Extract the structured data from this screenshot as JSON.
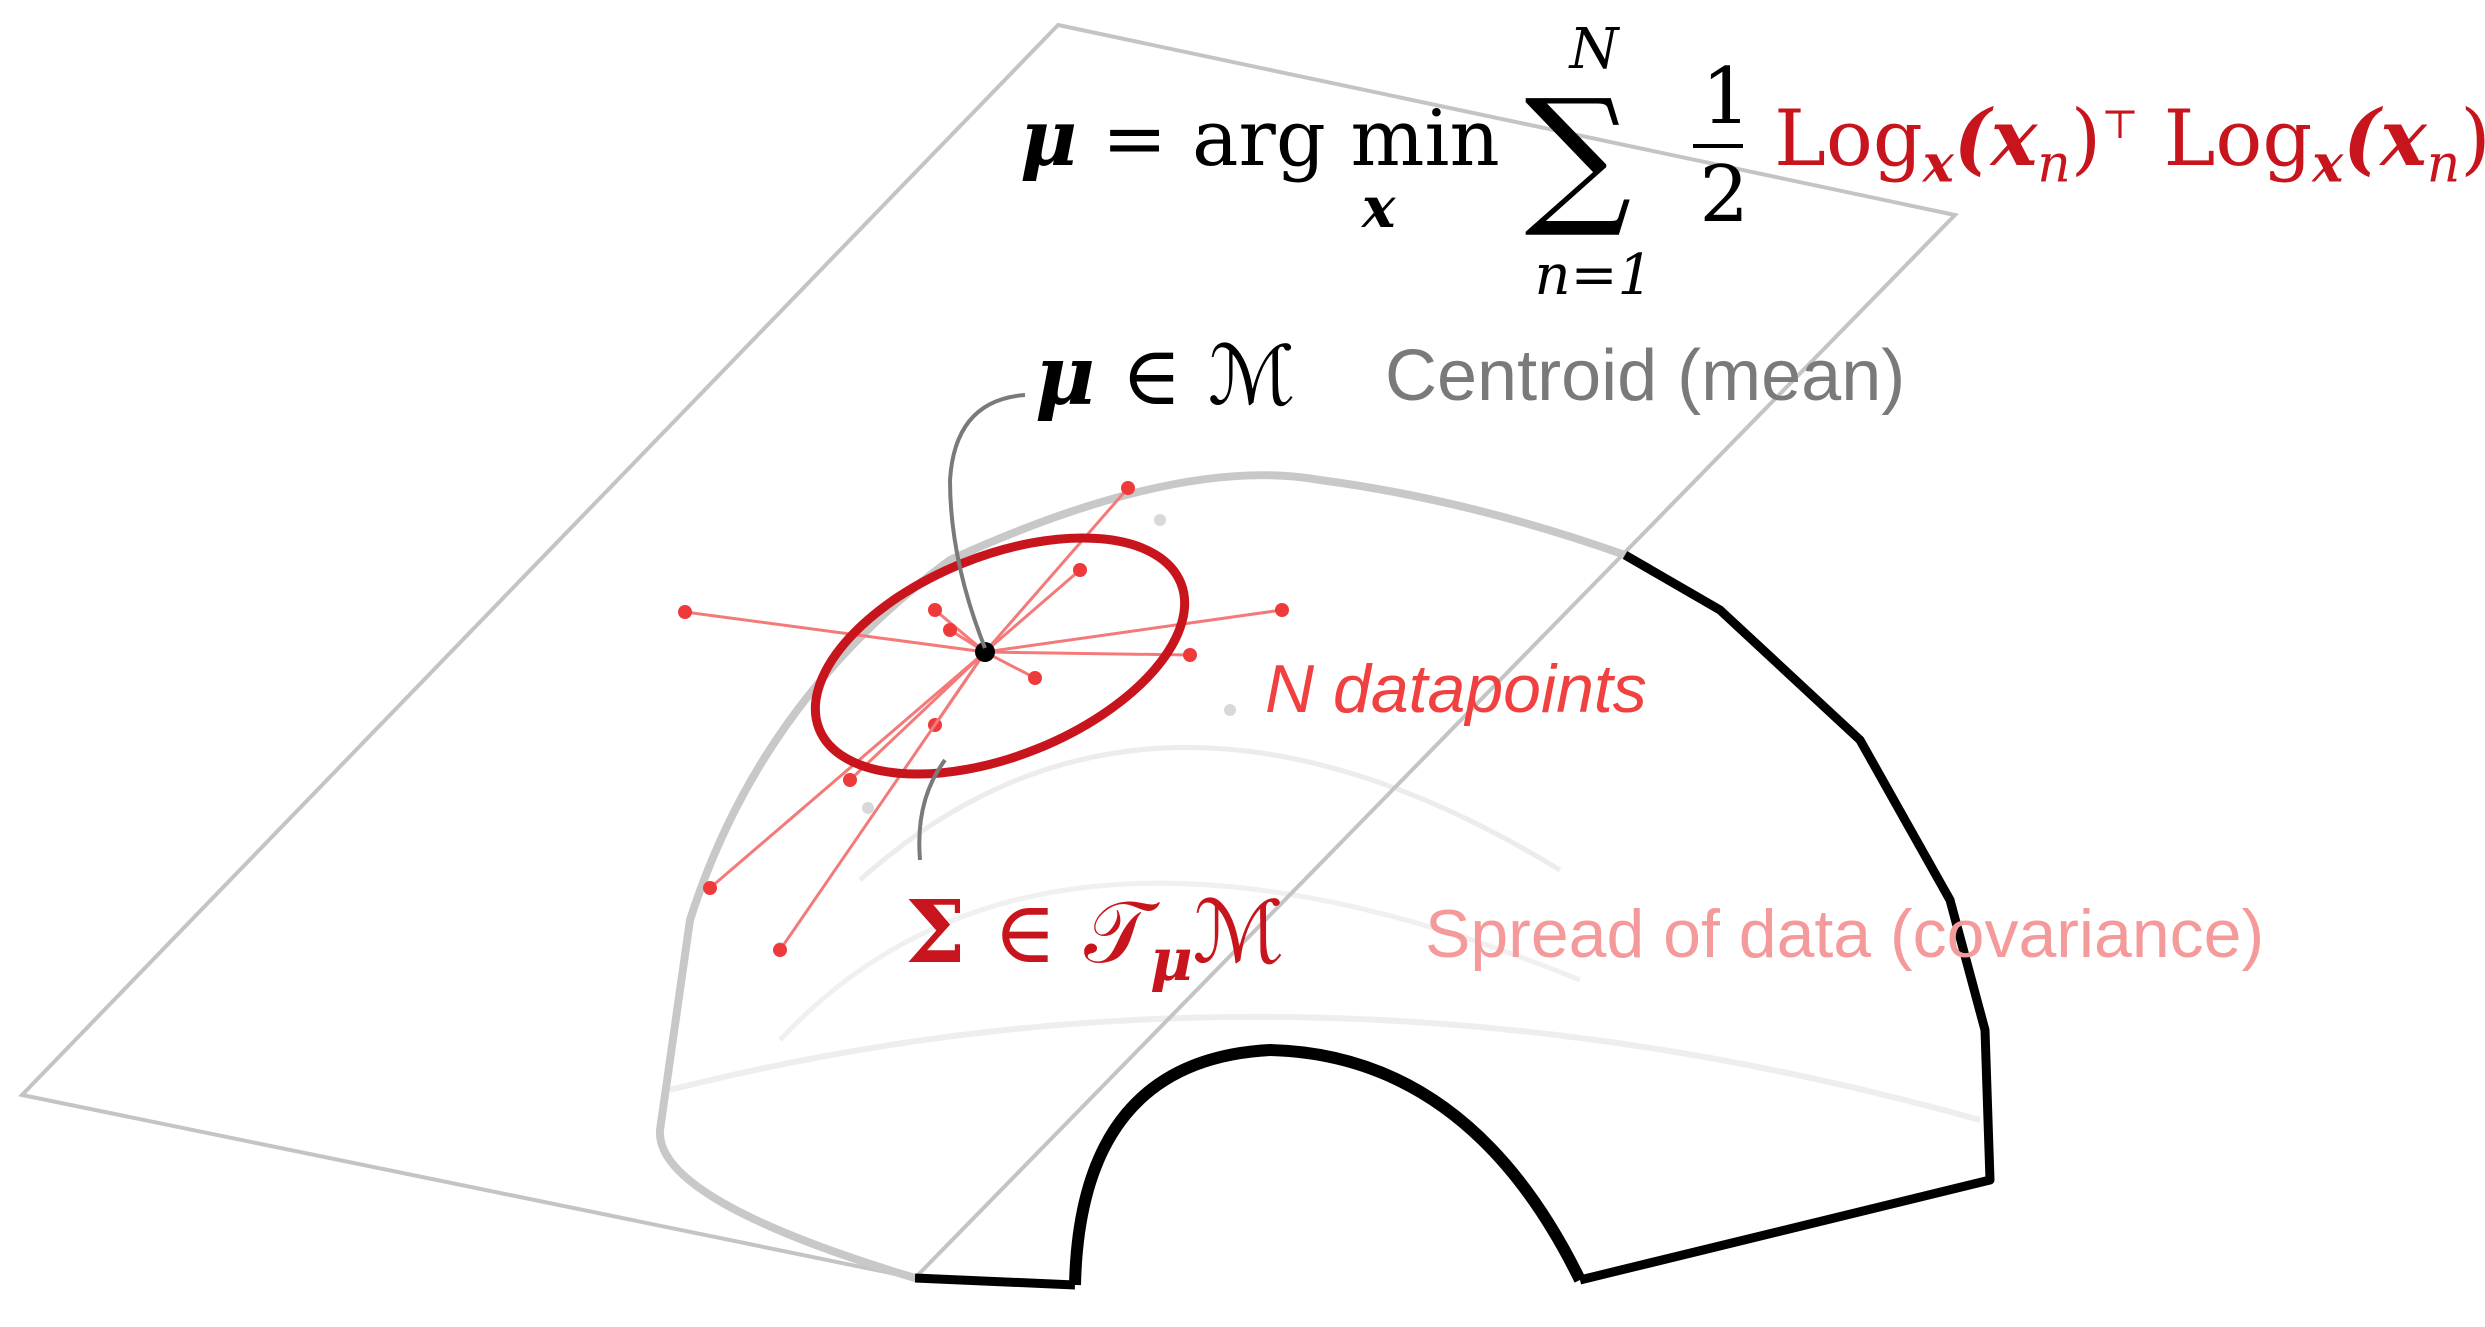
{
  "formula": {
    "lhs": "μ",
    "equals": "=",
    "argmin": "arg min",
    "argmin_sub": "x",
    "sum_symbol": "∑",
    "sum_upper": "N",
    "sum_lower": "n=1",
    "frac_num": "1",
    "frac_den": "2",
    "log1": "Log",
    "log1_sub": "x",
    "log1_arg": "(x",
    "log1_arg_sub": "n",
    "log1_close": ")",
    "transpose": "⊤",
    "log2": "Log",
    "log2_sub": "x",
    "log2_arg": "(x",
    "log2_arg_sub": "n",
    "log2_close": ")"
  },
  "centroid": {
    "math_symbol": "μ",
    "math_rel": "∈",
    "math_set": "ℳ",
    "label": "Centroid (mean)"
  },
  "datapoints": {
    "label": "N datapoints"
  },
  "covariance": {
    "math_symbol": "Σ",
    "math_rel": "∈",
    "math_set_T": "𝒯",
    "math_set_sub": "μ",
    "math_set": "ℳ",
    "label": "Spread of data (covariance)"
  },
  "colors": {
    "dark_red": "#c8141c",
    "light_red": "#f04040",
    "pink": "#f59a9a",
    "gray_text": "#7a7a7a",
    "plane": "#c4c4c4",
    "manifold_outline": "#000000"
  }
}
